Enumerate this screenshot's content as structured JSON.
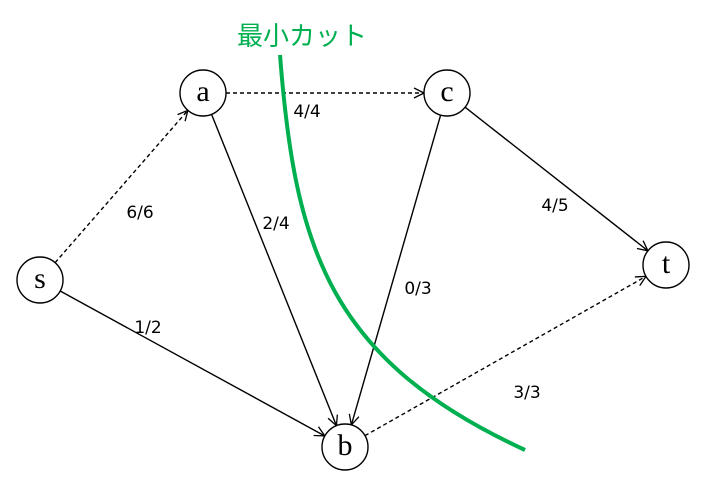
{
  "cut_label": "最小カット",
  "colors": {
    "cut": "#00b050",
    "edge": "#000000"
  },
  "nodes": [
    {
      "id": "s",
      "label": "s"
    },
    {
      "id": "a",
      "label": "a"
    },
    {
      "id": "c",
      "label": "c"
    },
    {
      "id": "t",
      "label": "t"
    },
    {
      "id": "b",
      "label": "b"
    }
  ],
  "edges": [
    {
      "from": "s",
      "to": "a",
      "label": "6/6",
      "style": "dashed"
    },
    {
      "from": "s",
      "to": "b",
      "label": "1/2",
      "style": "solid"
    },
    {
      "from": "a",
      "to": "c",
      "label": "4/4",
      "style": "dashed"
    },
    {
      "from": "a",
      "to": "b",
      "label": "2/4",
      "style": "solid"
    },
    {
      "from": "c",
      "to": "b",
      "label": "0/3",
      "style": "solid"
    },
    {
      "from": "c",
      "to": "t",
      "label": "4/5",
      "style": "solid"
    },
    {
      "from": "b",
      "to": "t",
      "label": "3/3",
      "style": "dashed"
    }
  ]
}
